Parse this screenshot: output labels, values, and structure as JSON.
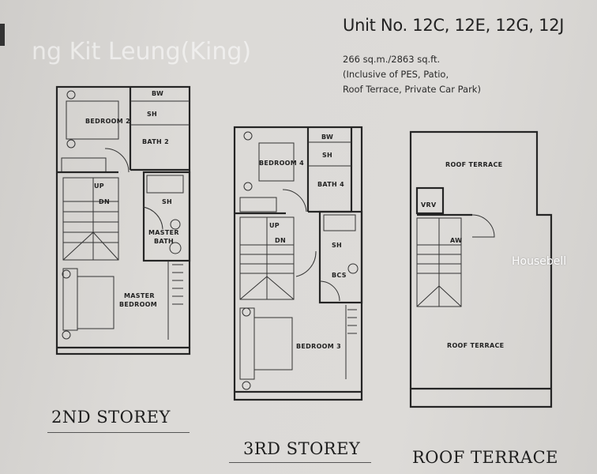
{
  "header": {
    "title": "Unit No. 12C, 12E, 12G, 12J",
    "area_lines": [
      "266 sq.m./2863 sq.ft.",
      "(Inclusive of PES, Patio,",
      "Roof Terrace, Private Car Park)"
    ]
  },
  "plans": {
    "second": {
      "heading": "2ND STOREY",
      "rooms": {
        "bedroom": "BEDROOM 2",
        "bw": "BW",
        "sh": "SH",
        "bath": "BATH 2",
        "up": "UP",
        "dn": "DN",
        "sh2": "SH",
        "master_bath_1": "MASTER",
        "master_bath_2": "BATH",
        "master_bed_1": "MASTER",
        "master_bed_2": "BEDROOM"
      }
    },
    "third": {
      "heading": "3RD STOREY",
      "rooms": {
        "bedroom": "BEDROOM 4",
        "bw": "BW",
        "sh": "SH",
        "bath": "BATH 4",
        "up": "UP",
        "dn": "DN",
        "sh2": "SH",
        "bcs": "BCS",
        "bedroom3": "BEDROOM 3"
      }
    },
    "roof": {
      "heading": "ROOF TERRACE",
      "rooms": {
        "top": "ROOF TERRACE",
        "vrv": "VRV",
        "aw": "AW",
        "bottom": "ROOF TERRACE"
      }
    }
  },
  "watermarks": {
    "name": "ng Kit Leung(King)",
    "brand": "Housebell"
  }
}
